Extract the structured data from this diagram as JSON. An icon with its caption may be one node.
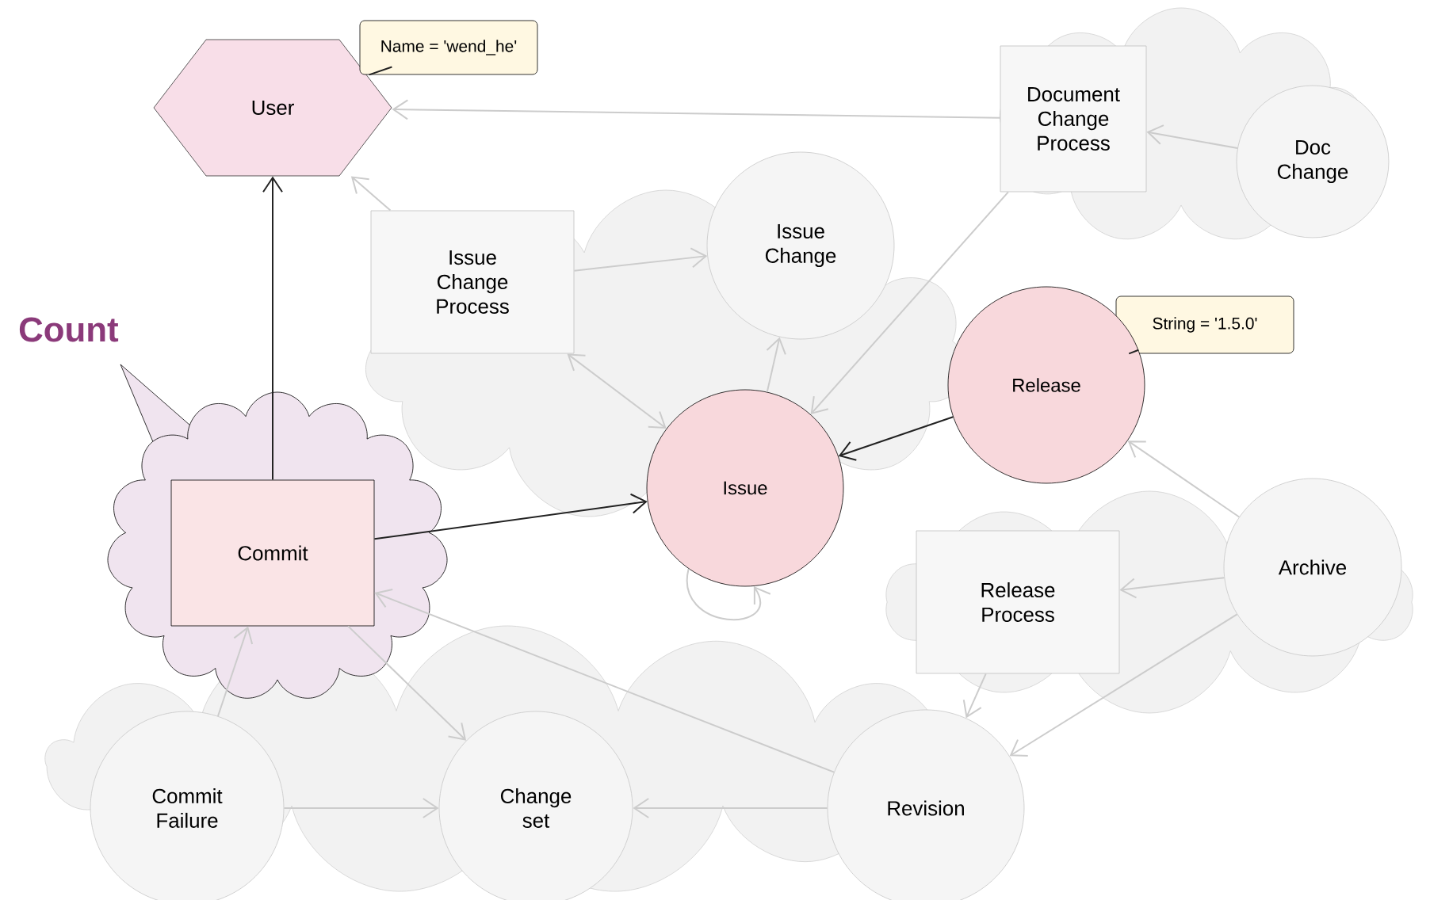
{
  "diagram": {
    "nodes": [
      {
        "text": [
          "User"
        ]
      },
      {
        "text": [
          "Name = 'wend_he'"
        ]
      },
      {
        "text": [
          "Document Change Process"
        ]
      },
      {
        "text": [
          "Doc Change"
        ]
      },
      {
        "text": [
          "Issue Change"
        ]
      },
      {
        "text": [
          "Issue Change Process"
        ]
      },
      {
        "text": [
          "Count"
        ]
      },
      {
        "text": [
          "Commit"
        ],
        "in": 6
      },
      {
        "text": [
          "String = '1.5.0'"
        ]
      },
      {
        "text": [
          "Release"
        ]
      },
      {
        "text": [
          "Issue"
        ]
      },
      {
        "text": [
          "Release Process"
        ]
      },
      {
        "text": [
          "Archive"
        ]
      },
      {
        "text": [
          "Commit Failure"
        ]
      },
      {
        "text": [
          "Change set"
        ]
      },
      {
        "text": [
          "Revision"
        ]
      }
    ],
    "edges": [
      {
        "from": 1,
        "to": 0,
        "arrow": "none",
        "color": "#222222"
      },
      {
        "from": 8,
        "to": 9,
        "arrow": "none",
        "color": "#222222"
      },
      {
        "from": 7,
        "to": 0,
        "arrow": "to",
        "color": "#222222"
      },
      {
        "from": 7,
        "to": 10,
        "arrow": "to",
        "color": "#222222"
      },
      {
        "from": 9,
        "to": 10,
        "arrow": "to",
        "color": "#222222"
      },
      {
        "from": 2,
        "to": 0,
        "arrow": "to"
      },
      {
        "from": 3,
        "to": 2,
        "arrow": "to"
      },
      {
        "from": 5,
        "to": 0,
        "arrow": "to"
      },
      {
        "from": 5,
        "to": 4,
        "arrow": "to"
      },
      {
        "from": 5,
        "to": 10,
        "arrow": "both"
      },
      {
        "from": 10,
        "to": 4,
        "arrow": "to"
      },
      {
        "from": 2,
        "to": 10,
        "arrow": "to"
      },
      {
        "from": 10,
        "to": 10,
        "arrow": "to"
      },
      {
        "from": 12,
        "to": 9,
        "arrow": "to"
      },
      {
        "from": 12,
        "to": 11,
        "arrow": "to"
      },
      {
        "from": 11,
        "to": 15,
        "arrow": "to"
      },
      {
        "from": 12,
        "to": 15,
        "arrow": "to"
      },
      {
        "from": 15,
        "to": 14,
        "arrow": "to"
      },
      {
        "from": 13,
        "to": 14,
        "arrow": "to"
      },
      {
        "from": 13,
        "to": 7,
        "arrow": "to"
      },
      {
        "from": 7,
        "to": 14,
        "arrow": "to"
      },
      {
        "from": 15,
        "to": 7,
        "arrow": "to"
      }
    ]
  }
}
